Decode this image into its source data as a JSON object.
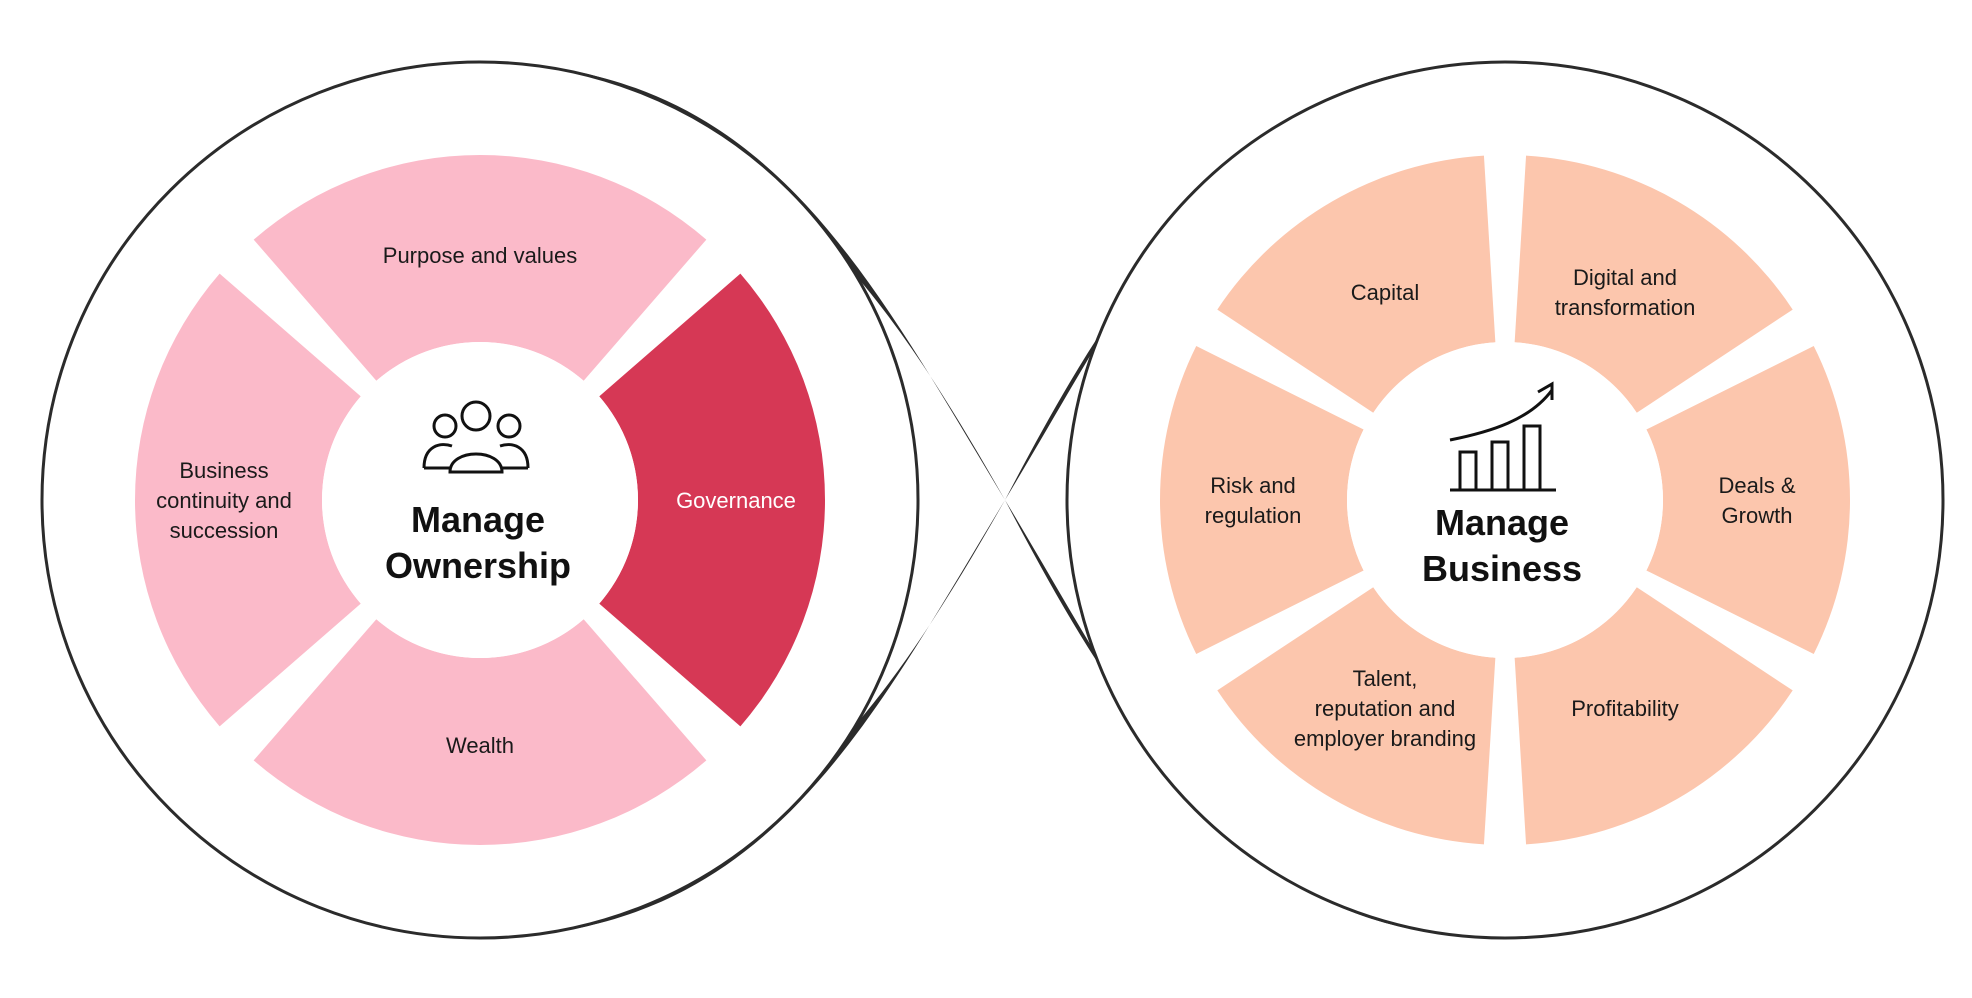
{
  "colors": {
    "band": "#2b2b2b",
    "outline": "#2b2b2b",
    "ownership_segment": "#fbbac9",
    "ownership_highlight": "#d63855",
    "business_segment": "#fcc6ad",
    "hub": "#ffffff"
  },
  "ownership": {
    "title_line1": "Manage",
    "title_line2": "Ownership",
    "icon": "people-group-icon",
    "segments": {
      "top": {
        "lines": [
          "Purpose and values"
        ]
      },
      "right": {
        "lines": [
          "Governance"
        ]
      },
      "bottom": {
        "lines": [
          "Wealth"
        ]
      },
      "left": {
        "lines": [
          "Business",
          "continuity and",
          "succession"
        ]
      }
    }
  },
  "business": {
    "title_line1": "Manage",
    "title_line2": "Business",
    "icon": "growth-chart-icon",
    "segments": {
      "capital": {
        "lines": [
          "Capital"
        ]
      },
      "digital": {
        "lines": [
          "Digital and",
          "transformation"
        ]
      },
      "deals": {
        "lines": [
          "Deals &",
          "Growth"
        ]
      },
      "profitability": {
        "lines": [
          "Profitability"
        ]
      },
      "talent": {
        "lines": [
          "Talent,",
          "reputation and",
          "employer branding"
        ]
      },
      "risk": {
        "lines": [
          "Risk and",
          "regulation"
        ]
      }
    }
  }
}
